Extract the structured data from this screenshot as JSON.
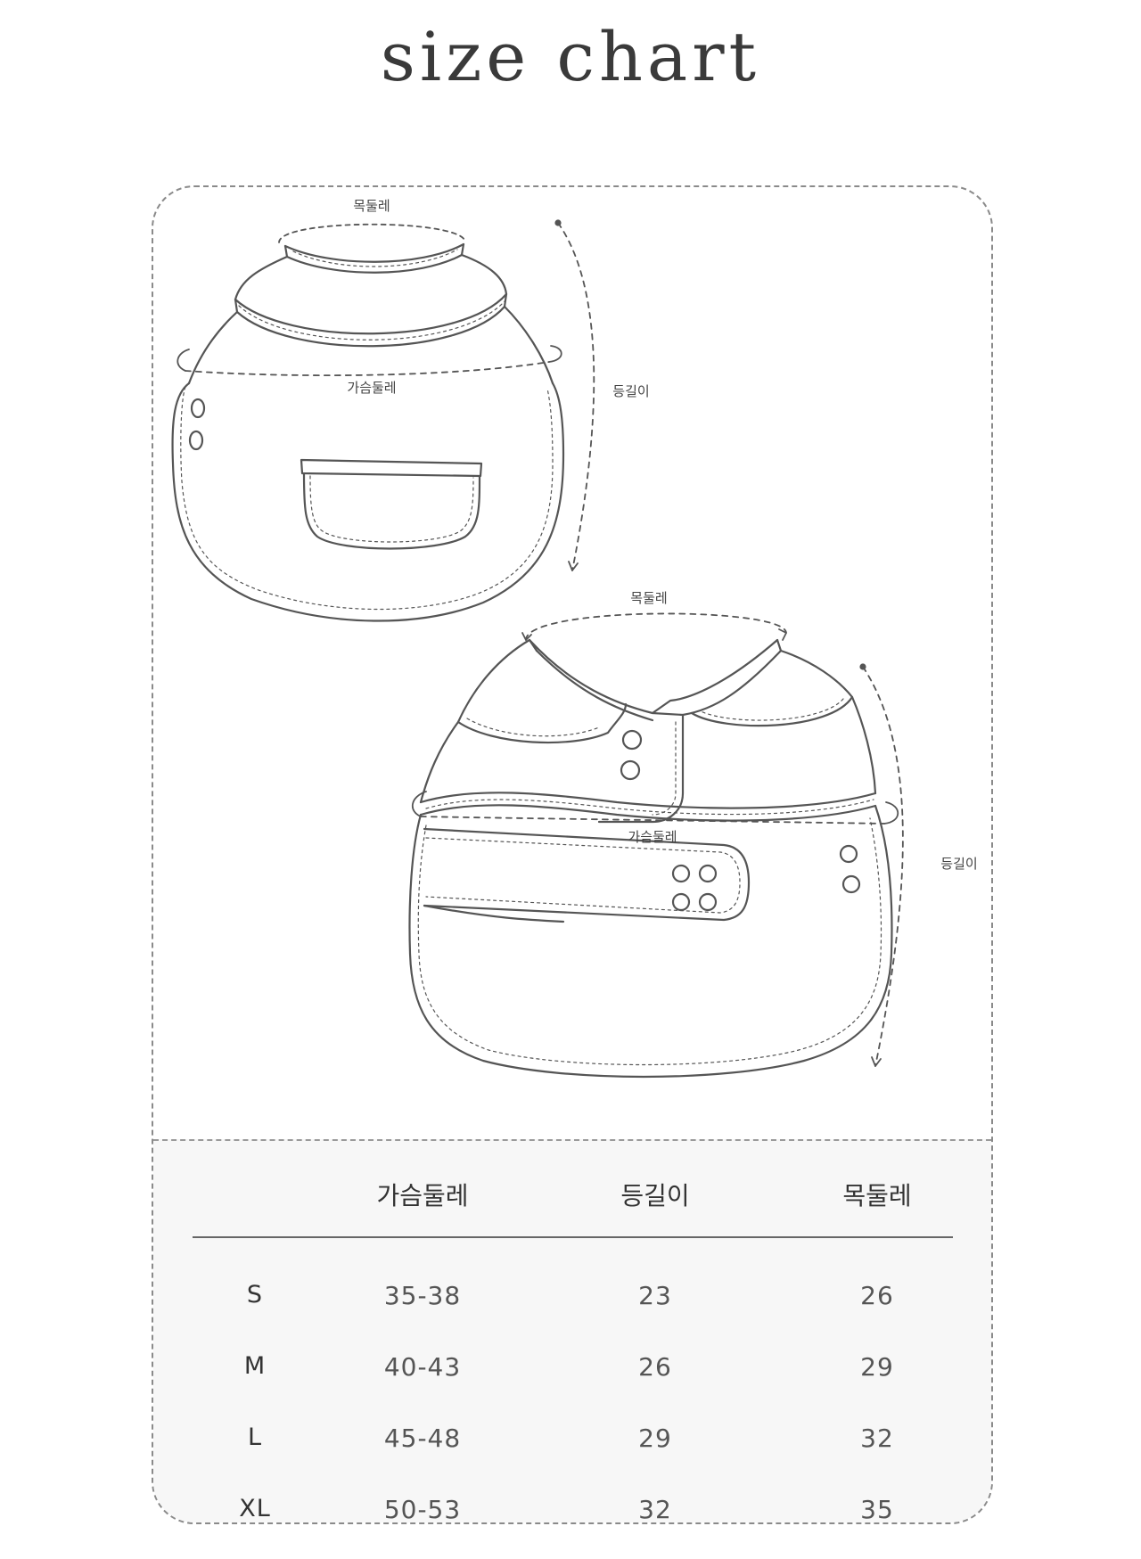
{
  "title": "size chart",
  "diagram": {
    "front": {
      "neck_label": "목둘레",
      "chest_label": "가슴둘레",
      "back_label": "등길이"
    },
    "back": {
      "neck_label": "목둘레",
      "chest_label": "가슴둘레",
      "back_label": "등길이"
    }
  },
  "table": {
    "headers": [
      "",
      "가슴둘레",
      "등길이",
      "목둘레"
    ],
    "rows": [
      {
        "size": "S",
        "chest": "35-38",
        "back": "23",
        "neck": "26"
      },
      {
        "size": "M",
        "chest": "40-43",
        "back": "26",
        "neck": "29"
      },
      {
        "size": "L",
        "chest": "45-48",
        "back": "29",
        "neck": "32"
      },
      {
        "size": "XL",
        "chest": "50-53",
        "back": "32",
        "neck": "35"
      }
    ]
  },
  "colors": {
    "line": "#555555",
    "table_background": "#f7f7f7",
    "text": "#333333"
  }
}
